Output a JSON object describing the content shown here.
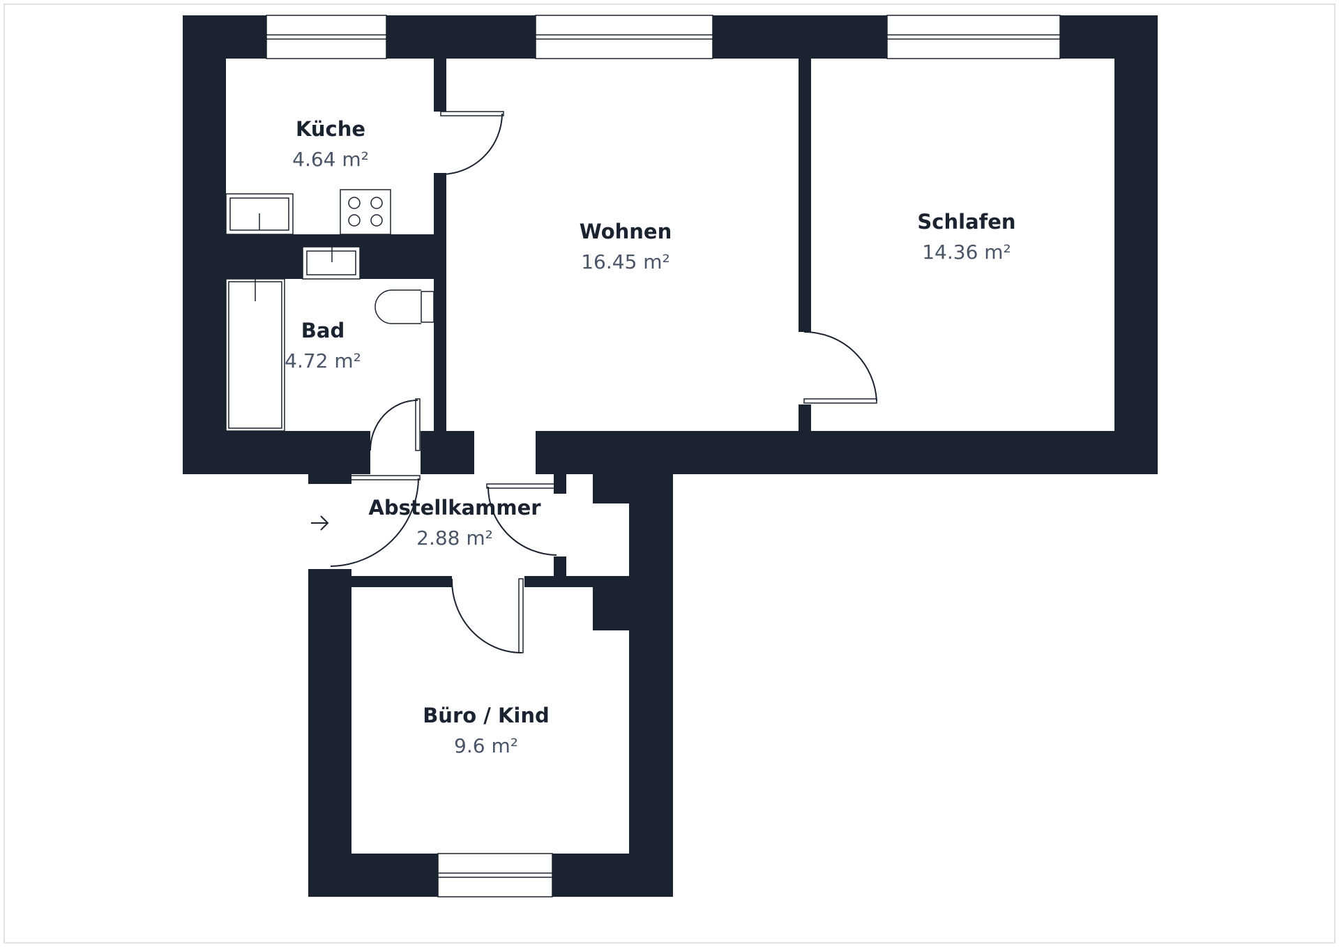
{
  "rooms": {
    "kueche": {
      "name": "Küche",
      "area": "4.64 m²"
    },
    "wohnen": {
      "name": "Wohnen",
      "area": "16.45 m²"
    },
    "schlafen": {
      "name": "Schlafen",
      "area": "14.36 m²"
    },
    "bad": {
      "name": "Bad",
      "area": "4.72 m²"
    },
    "abstellkammer": {
      "name": "Abstellkammer",
      "area": "2.88 m²"
    },
    "buero": {
      "name": "Büro / Kind",
      "area": "9.6 m²"
    }
  },
  "icons": {
    "entrance": "arrow-right-icon"
  },
  "colors": {
    "wall": "#1b2330",
    "label": "#1b2330",
    "area_text": "#4a5568",
    "background": "#ffffff"
  }
}
